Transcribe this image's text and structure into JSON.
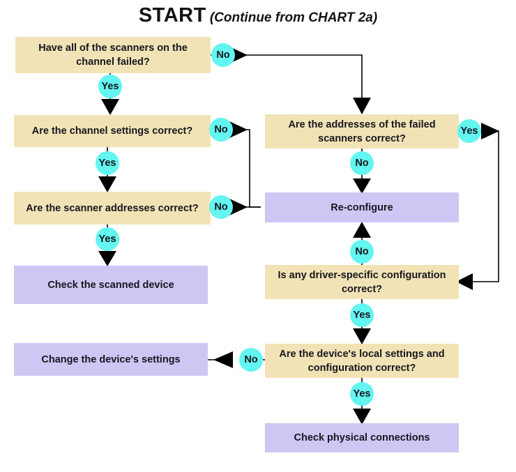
{
  "diagram": {
    "title": {
      "main": "START",
      "sub": "(Continue from CHART 2a)"
    },
    "colors": {
      "decision_fill": "#f2e3b6",
      "action_fill": "#cec7f3",
      "label_bubble": "#63f5f0",
      "connector": "#000000",
      "text": "#16161e",
      "background": "#ffffff"
    },
    "nodes": [
      {
        "id": "scanners-failed",
        "type": "decision",
        "text": "Have all of the scanners on the channel failed?"
      },
      {
        "id": "channel-settings",
        "type": "decision",
        "text": "Are the channel settings correct?"
      },
      {
        "id": "scanner-addresses",
        "type": "decision",
        "text": "Are the scanner addresses correct?"
      },
      {
        "id": "check-scanned-device",
        "type": "action",
        "text": "Check the scanned device"
      },
      {
        "id": "change-device-settings",
        "type": "action",
        "text": "Change the device's settings"
      },
      {
        "id": "failed-addresses",
        "type": "decision",
        "text": "Are the addresses of the failed scanners correct?"
      },
      {
        "id": "re-configure",
        "type": "action",
        "text": "Re-configure"
      },
      {
        "id": "driver-config",
        "type": "decision",
        "text": "Is any driver-specific configuration correct?"
      },
      {
        "id": "local-settings",
        "type": "decision",
        "text": "Are the device's local settings and configuration correct?"
      },
      {
        "id": "physical-connections",
        "type": "action",
        "text": "Check physical connections"
      }
    ],
    "edge_labels": [
      {
        "id": "no-scanners-failed",
        "text": "No"
      },
      {
        "id": "yes-scanners-failed",
        "text": "Yes"
      },
      {
        "id": "no-channel-settings",
        "text": "No"
      },
      {
        "id": "yes-channel-settings",
        "text": "Yes"
      },
      {
        "id": "no-scanner-addresses",
        "text": "No"
      },
      {
        "id": "yes-scanner-addresses",
        "text": "Yes"
      },
      {
        "id": "yes-failed-addresses",
        "text": "Yes"
      },
      {
        "id": "no-failed-addresses",
        "text": "No"
      },
      {
        "id": "no-driver-config",
        "text": "No"
      },
      {
        "id": "yes-driver-config",
        "text": "Yes"
      },
      {
        "id": "no-local-settings",
        "text": "No"
      },
      {
        "id": "yes-local-settings",
        "text": "Yes"
      }
    ]
  }
}
